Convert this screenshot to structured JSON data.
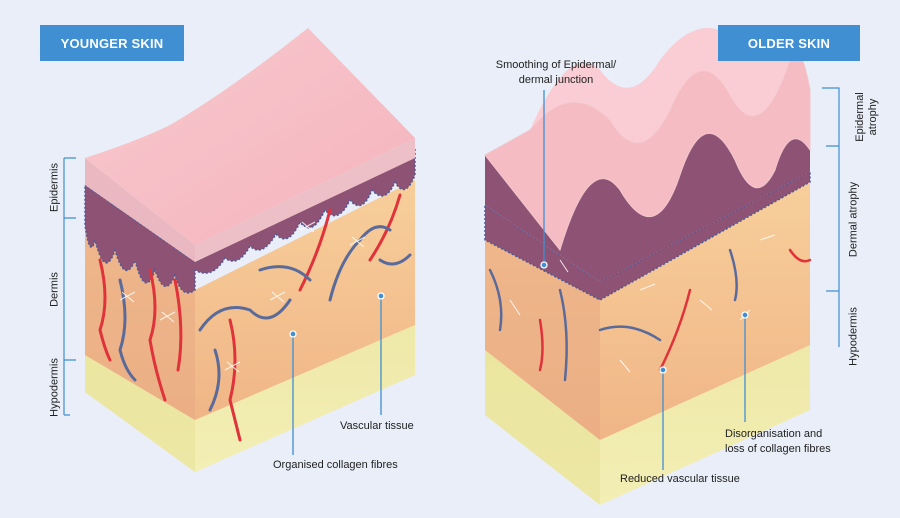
{
  "titles": {
    "younger": "YOUNGER SKIN",
    "older": "OLDER SKIN"
  },
  "younger_layers": {
    "epidermis": "Epidermis",
    "dermis": "Dermis",
    "hypodermis": "Hypodermis"
  },
  "older_layers": {
    "epidermal_atrophy": "Epidermal atrophy",
    "dermal_atrophy": "Dermal atrophy",
    "hypodermis": "Hypodermis"
  },
  "annotations": {
    "vascular": "Vascular tissue",
    "collagen": "Organised collagen fibres",
    "smoothing_1": "Smoothing of Epidermal/",
    "smoothing_2": "dermal junction",
    "reduced_vascular": "Reduced vascular tissue",
    "disorg_1": "Disorganisation and",
    "disorg_2": "loss of collagen fibres"
  },
  "colors": {
    "accent": "#3f8fd2",
    "background": "#e9eef8",
    "epidermis": "#f6bcc4",
    "junction": "#8a4d6c",
    "dermis": "#f4c08e",
    "hypodermis": "#ece7a0",
    "vessel_red": "#e0323a",
    "vessel_blue": "#5a6a9a"
  }
}
